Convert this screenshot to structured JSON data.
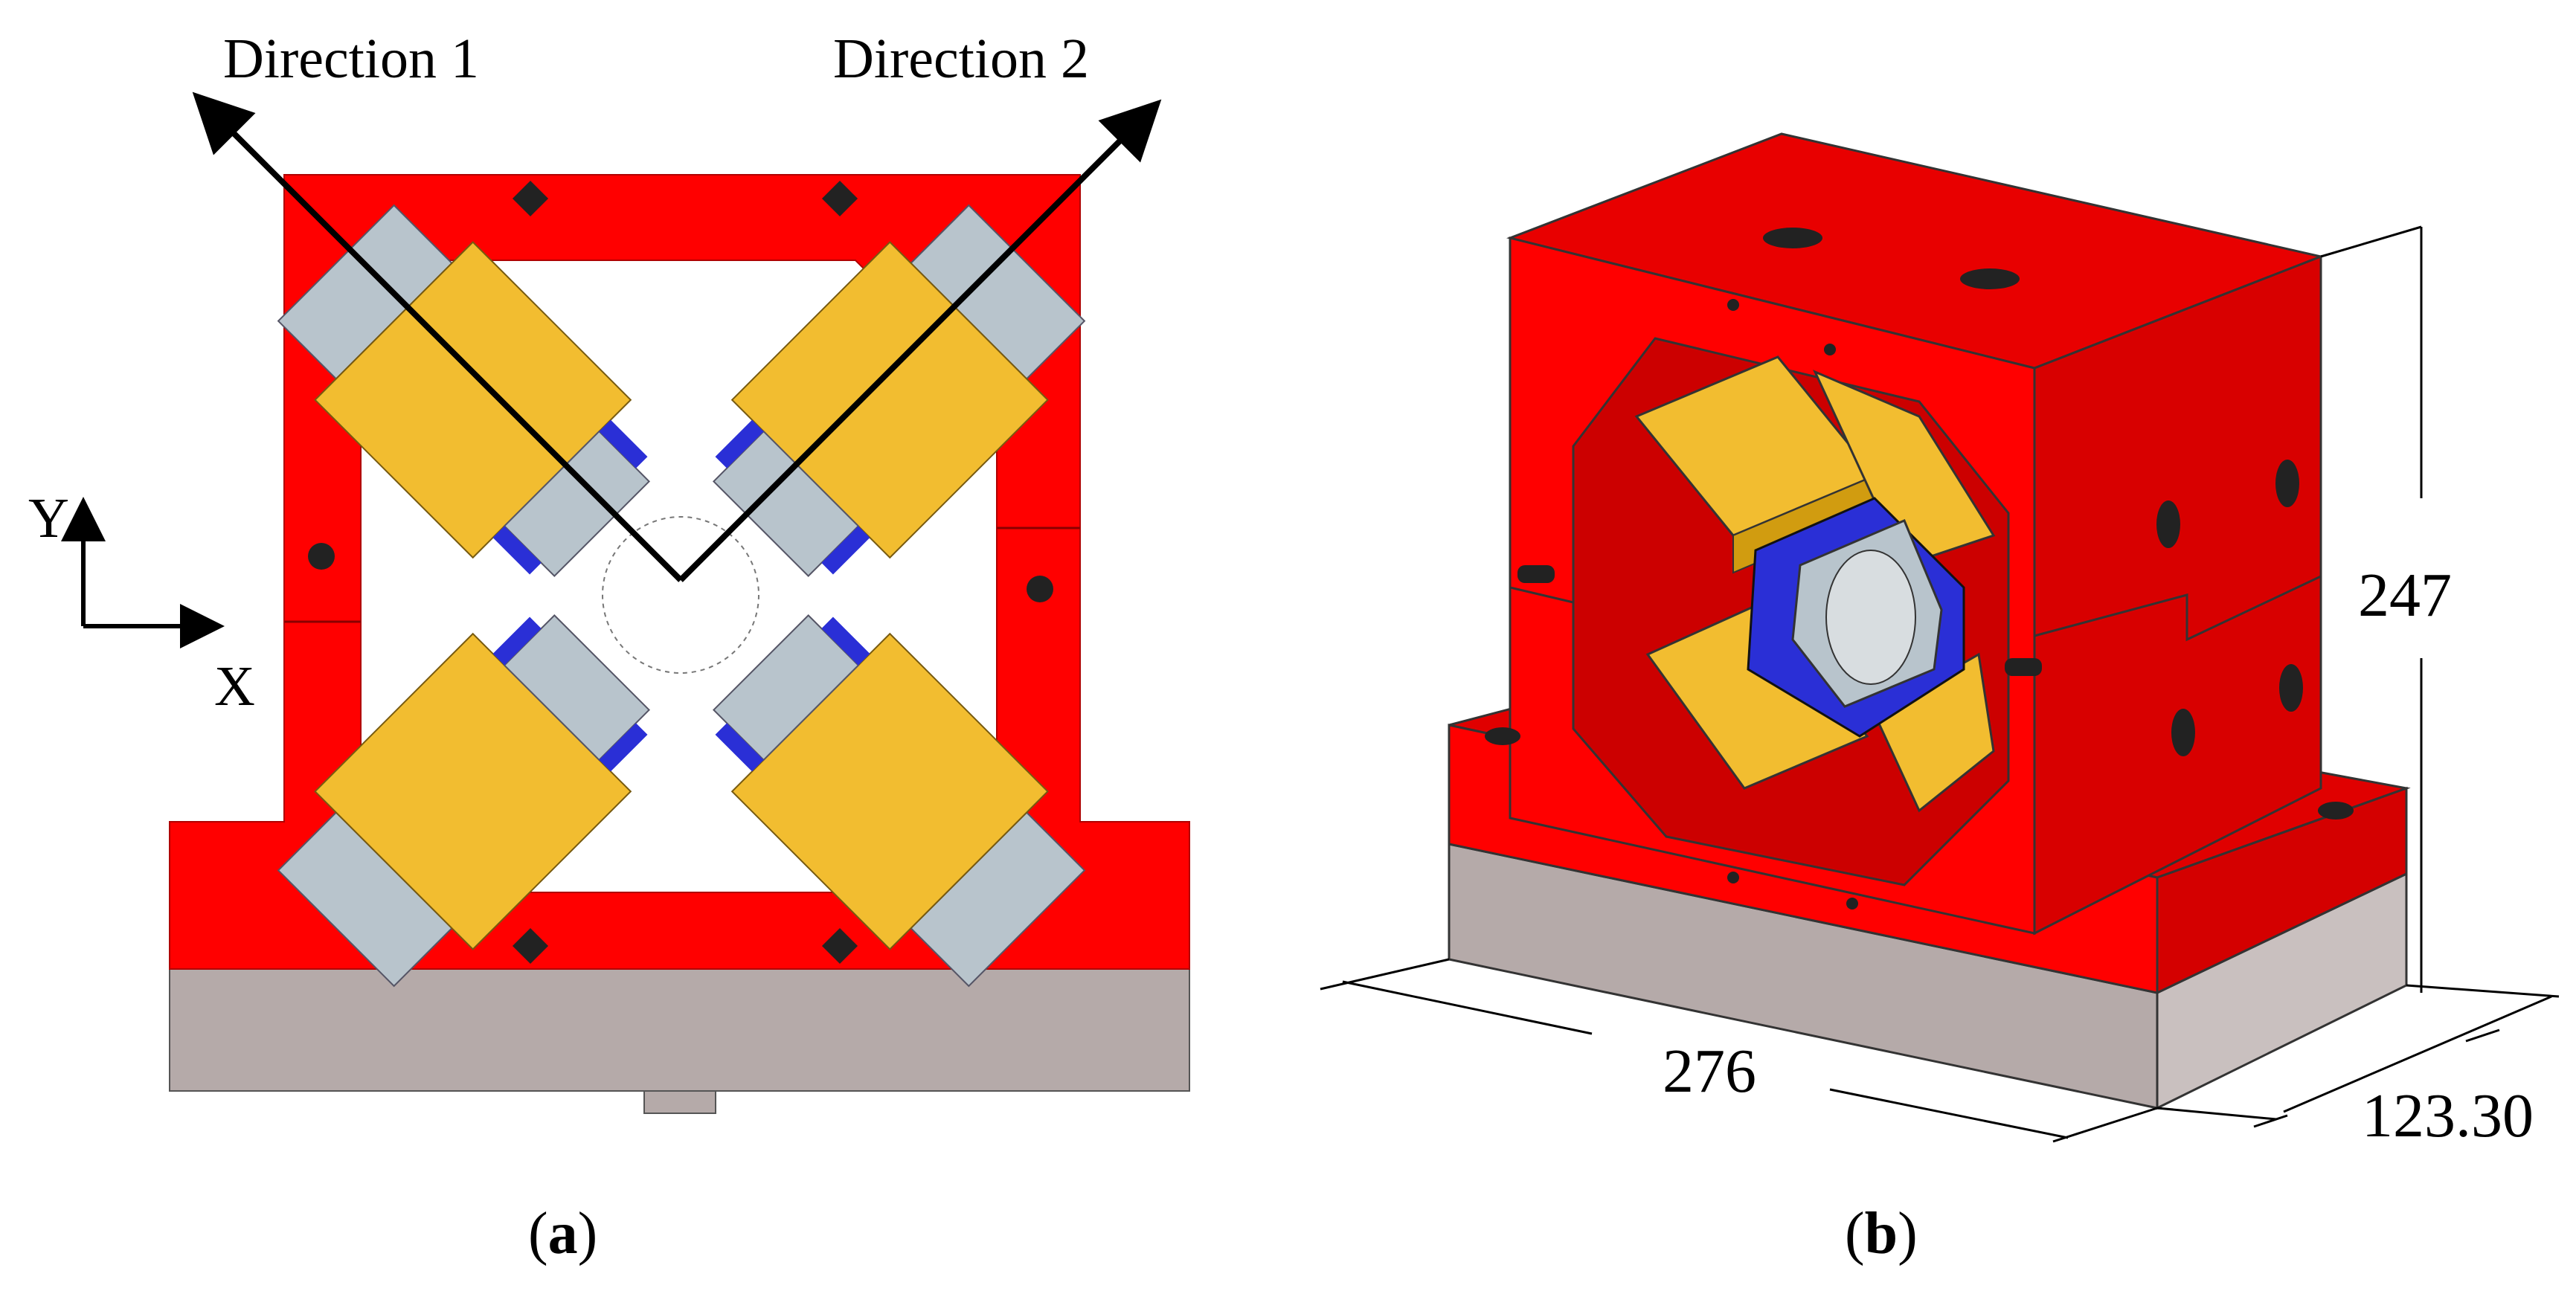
{
  "panel_a": {
    "direction1_label": "Direction 1",
    "direction2_label": "Direction 2",
    "y_axis_label": "Y",
    "x_axis_label": "X",
    "caption_open": "(",
    "caption_letter": "a",
    "caption_close": ")"
  },
  "panel_b": {
    "dim_height": "247",
    "dim_width": "276",
    "dim_depth": "123.30",
    "caption_open": "(",
    "caption_letter": "b",
    "caption_close": ")"
  },
  "colors": {
    "frame_red": "#ff0000",
    "pole_yellow": "#f2bd30",
    "pole_gray": "#b8c4cc",
    "pole_blue": "#2a2fd6",
    "base_gray": "#b5aaa9"
  }
}
